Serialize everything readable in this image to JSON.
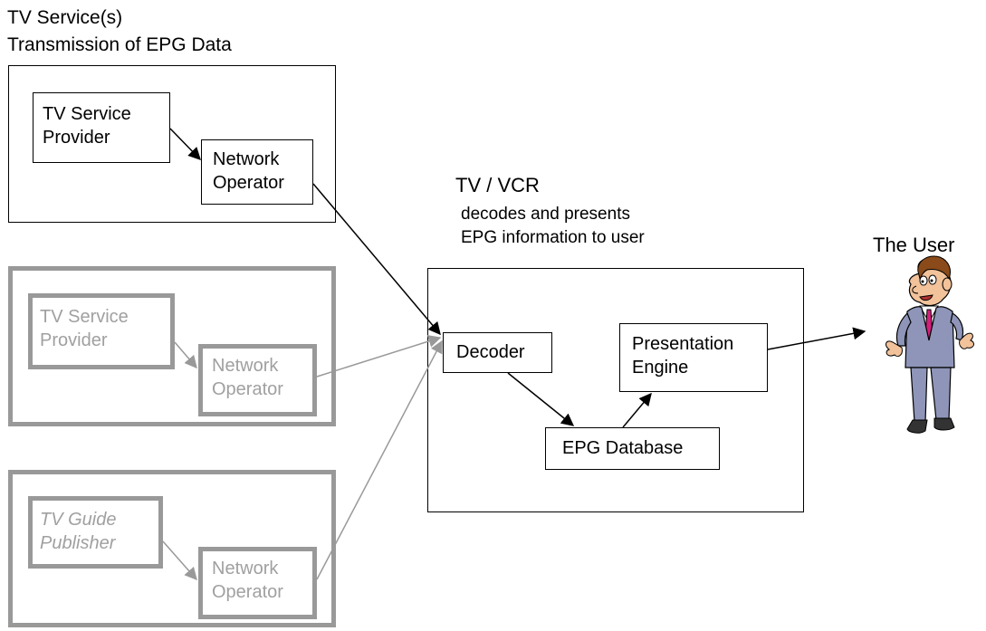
{
  "section_top": {
    "title_line1": "TV Service(s)",
    "title_line2": "Transmission of EPG Data"
  },
  "group1": {
    "provider_line1": "TV Service",
    "provider_line2": "Provider",
    "operator_line1": "Network",
    "operator_line2": "Operator"
  },
  "group2": {
    "provider_line1": "TV Service",
    "provider_line2": "Provider",
    "operator_line1": "Network",
    "operator_line2": "Operator"
  },
  "group3": {
    "publisher_line1": "TV Guide",
    "publisher_line2": "Publisher",
    "operator_line1": "Network",
    "operator_line2": "Operator"
  },
  "tvvcr": {
    "title": "TV / VCR",
    "subtitle_line1": "decodes and presents",
    "subtitle_line2": "EPG information to user",
    "decoder": "Decoder",
    "presentation_line1": "Presentation",
    "presentation_line2": "Engine",
    "database": "EPG Database"
  },
  "user": {
    "label": "The User"
  },
  "colors": {
    "active": "#000000",
    "inactive": "#999999",
    "inactive_text": "#a0a0a0"
  }
}
